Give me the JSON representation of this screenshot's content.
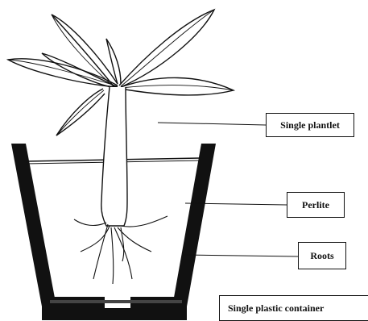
{
  "labels": {
    "plantlet": "Single plantlet",
    "perlite": "Perlite",
    "roots": "Roots",
    "container": "Single plastic container"
  }
}
